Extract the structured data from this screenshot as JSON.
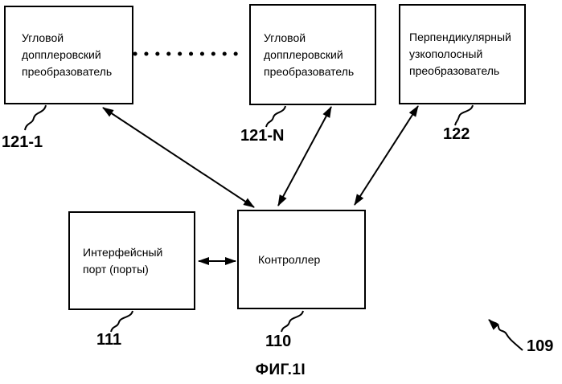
{
  "figure": {
    "caption": "ФИГ.1I",
    "figure_ref": "109"
  },
  "blocks": {
    "doppler_1": {
      "lines": [
        "Угловой",
        "допплеровский",
        "преобразователь"
      ],
      "ref": "121-1"
    },
    "doppler_n": {
      "lines": [
        "Угловой",
        "допплеровский",
        "преобразователь"
      ],
      "ref": "121-N"
    },
    "perpendicular": {
      "lines": [
        "Перпендикулярный",
        "узкополосный",
        "преобразователь"
      ],
      "ref": "122"
    },
    "interface_port": {
      "lines": [
        "Интерфейсный",
        "порт (порты)"
      ],
      "ref": "111"
    },
    "controller": {
      "lines": [
        "Контроллер"
      ],
      "ref": "110"
    }
  },
  "connections": [
    {
      "from": "121-1",
      "to": "110",
      "style": "double-arrow"
    },
    {
      "from": "121-N",
      "to": "110",
      "style": "double-arrow"
    },
    {
      "from": "122",
      "to": "110",
      "style": "double-arrow"
    },
    {
      "from": "111",
      "to": "110",
      "style": "double-arrow"
    },
    {
      "from": "121-1",
      "to": "121-N",
      "style": "dotted-continuation"
    }
  ],
  "colors": {
    "line": "#000000",
    "background": "#ffffff",
    "text": "#000000"
  }
}
